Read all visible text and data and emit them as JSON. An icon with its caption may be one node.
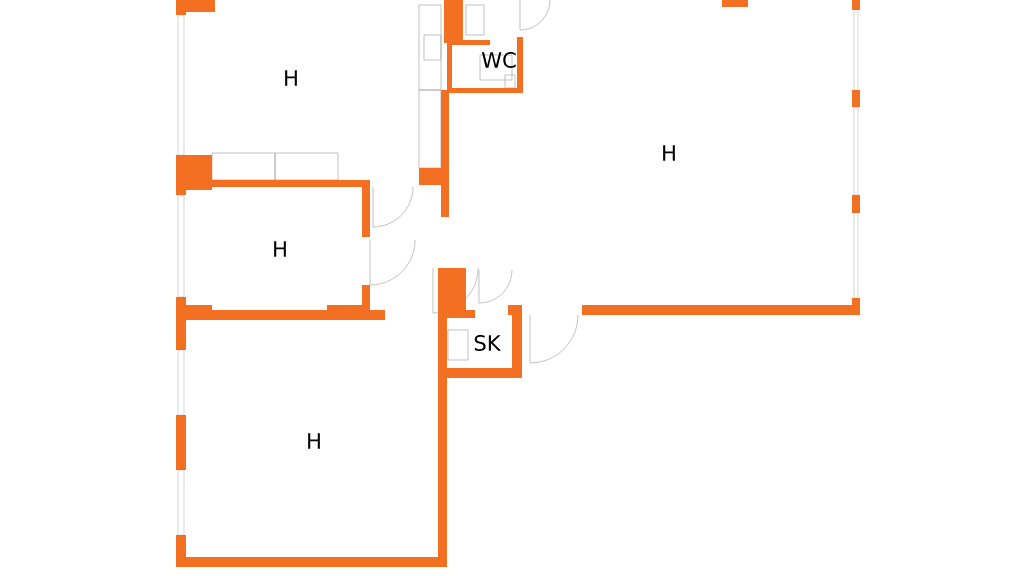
{
  "diagram": {
    "labels": [
      "H",
      "WC",
      "H",
      "H",
      "SK",
      "H"
    ]
  }
}
